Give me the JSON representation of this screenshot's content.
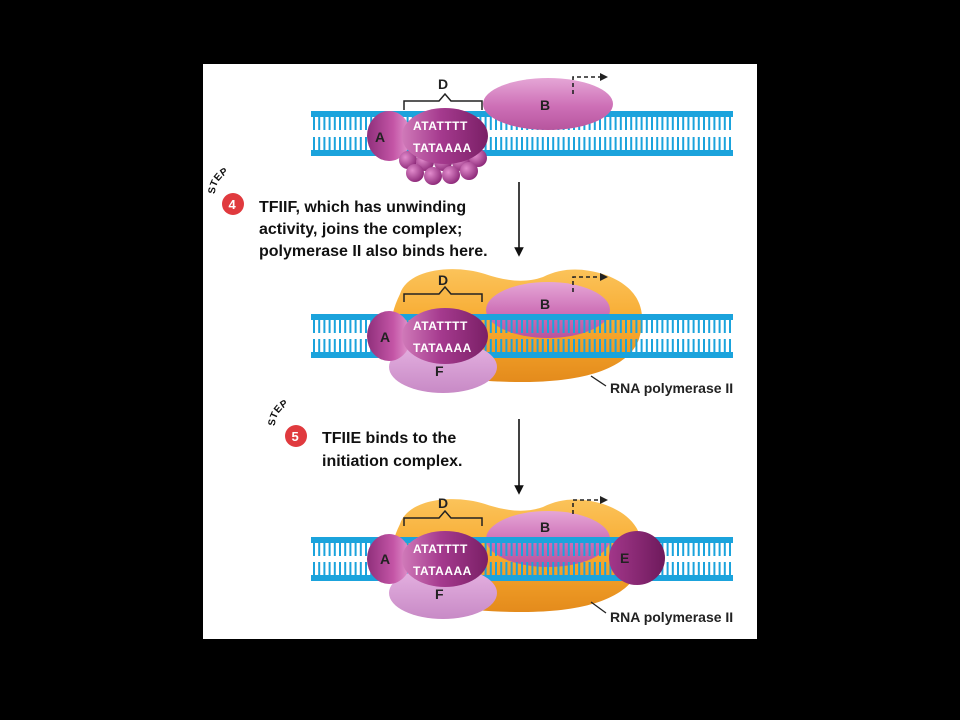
{
  "labels": {
    "factor_a": "A",
    "factor_b": "B",
    "factor_d": "D",
    "factor_e": "E",
    "factor_f": "F",
    "seq_top": "ATATTTT",
    "seq_bottom": "TATAAAA",
    "polymerase": "RNA polymerase II"
  },
  "steps": [
    {
      "word": "STEP",
      "number": "4",
      "lines": [
        "TFIIF, which has unwinding",
        "activity, joins the complex;",
        "polymerase II also binds here."
      ]
    },
    {
      "word": "STEP",
      "number": "5",
      "lines": [
        "TFIIE binds to the",
        "initiation complex."
      ]
    }
  ],
  "colors": {
    "dna_blue": "#1ba3dc",
    "purple": "#a33a8a",
    "pink": "#d783c0",
    "orange": "#f6a62c",
    "lavender": "#dca3d8",
    "step_red": "#e03a3e"
  }
}
